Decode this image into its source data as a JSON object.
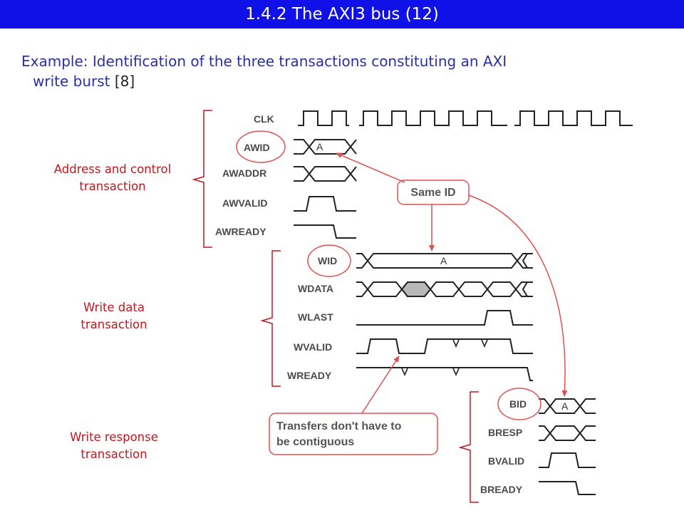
{
  "slide": {
    "title": "1.4.2 The AXI3 bus (12)",
    "intro_line1": "Example: Identification of the three transactions constituting an AXI",
    "intro_line2": "write burst ",
    "intro_ref": "[8]"
  },
  "groups": {
    "address": {
      "label_line1": "Address and control",
      "label_line2": "transaction"
    },
    "data": {
      "label_line1": "Write data",
      "label_line2": "transaction"
    },
    "response": {
      "label_line1": "Write response",
      "label_line2": "transaction"
    }
  },
  "signals": {
    "clk": "CLK",
    "awid": "AWID",
    "awaddr": "AWADDR",
    "awvalid": "AWVALID",
    "awready": "AWREADY",
    "wid": "WID",
    "wdata": "WDATA",
    "wlast": "WLAST",
    "wvalid": "WVALID",
    "wready": "WREADY",
    "bid": "BID",
    "bresp": "BRESP",
    "bvalid": "BVALID",
    "bready": "BREADY"
  },
  "values": {
    "awid": "A",
    "wid": "A",
    "bid": "A"
  },
  "callouts": {
    "same_id": "Same ID",
    "transfers_line1": "Transfers don't have to",
    "transfers_line2": "be contiguous"
  },
  "colors": {
    "title_bg": "#1010e8",
    "intro_text": "#2b2fa0",
    "label_red": "#c0181f",
    "highlight": "#e05050"
  }
}
